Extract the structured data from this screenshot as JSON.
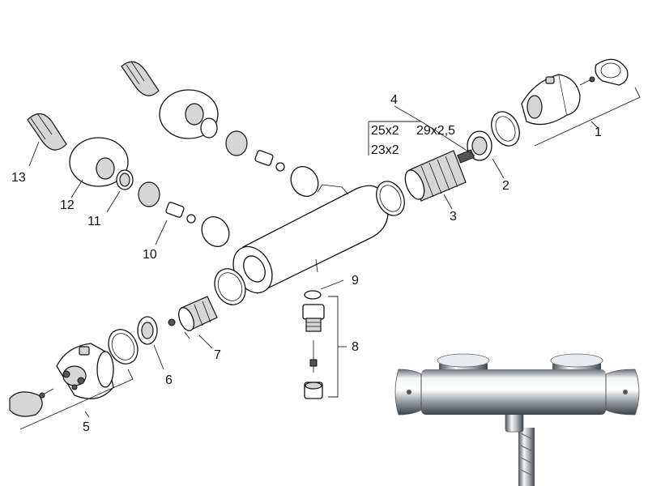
{
  "callouts": {
    "c1": "1",
    "c2": "2",
    "c3": "3",
    "c4": "4",
    "c5": "5",
    "c6": "6",
    "c7": "7",
    "c8": "8",
    "c9": "9",
    "c10": "10",
    "c11": "11",
    "c12": "12",
    "c13": "13"
  },
  "cartridge_sizes": {
    "size_a": "25x2",
    "size_b": "29x2,5",
    "size_c": "23x2"
  },
  "colors": {
    "line": "#111111",
    "shade": "#d6d6d6",
    "chrome_light": "#f2f4f5",
    "chrome_dark": "#5c6268"
  }
}
